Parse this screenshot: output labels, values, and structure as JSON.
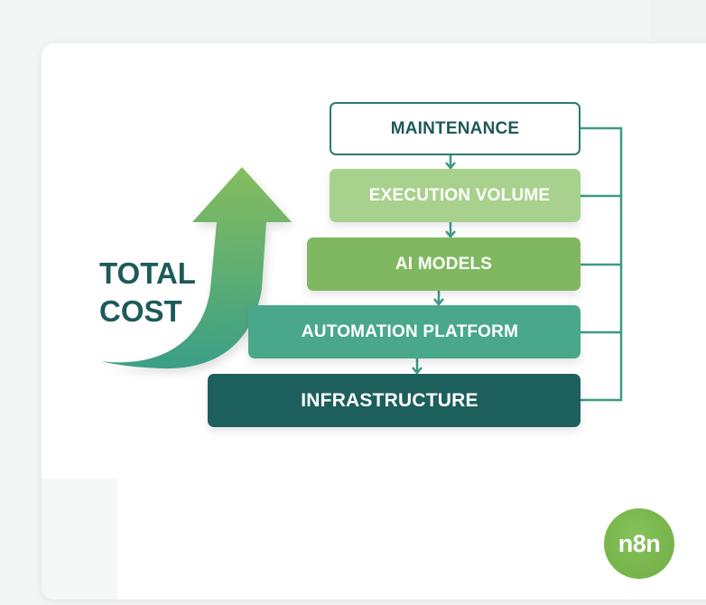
{
  "title": "Total Cost",
  "diagram": {
    "side_label_line1": "TOTAL",
    "side_label_line2": "COST",
    "layers": [
      {
        "label": "MAINTENANCE",
        "fill": "#ffffff",
        "text_color": "#1d5a58"
      },
      {
        "label": "EXECUTION VOLUME",
        "fill": "#a9d18e",
        "text_color": "#ffffff"
      },
      {
        "label": "AI MODELS",
        "fill": "#80b862",
        "text_color": "#ffffff"
      },
      {
        "label": "AUTOMATION PLATFORM",
        "fill": "#4aa88a",
        "text_color": "#ffffff"
      },
      {
        "label": "INFRASTRUCTURE",
        "fill": "#1d5f5c",
        "text_color": "#ffffff"
      }
    ],
    "flow": "top-to-bottom",
    "connector_color": "#3e9a85",
    "arrow_gradient": [
      "#86bd5e",
      "#3a9f86"
    ]
  },
  "brand": {
    "logo_text": "n8n",
    "logo_color": "#7ab84f"
  }
}
